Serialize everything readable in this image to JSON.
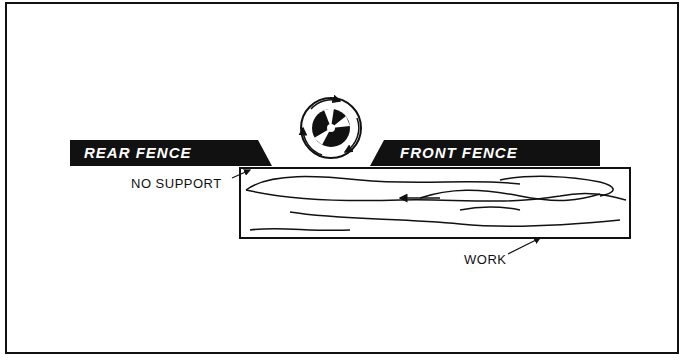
{
  "diagram": {
    "nodes": [
      {
        "text": [
          "REAR FENCE"
        ]
      },
      {
        "text": [
          "FRONT FENCE"
        ]
      }
    ],
    "labels": [
      "NO SUPPORT",
      "WORK"
    ]
  }
}
